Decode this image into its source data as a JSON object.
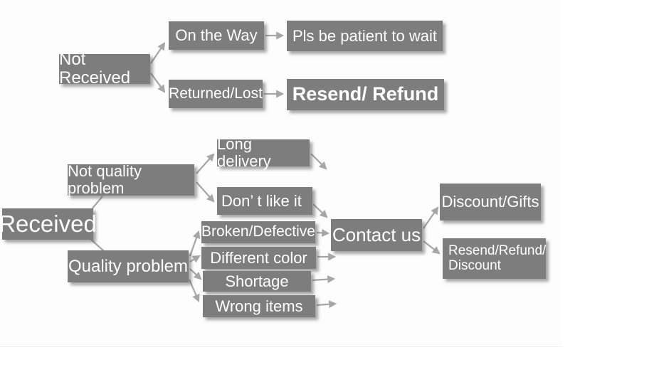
{
  "diagram": {
    "type": "flowchart",
    "description": "Customer service decision flow for order issues",
    "colors": {
      "box": "#7d7d7d",
      "text": "#ffffff",
      "connector": "#a6a6a6",
      "canvas": "#fdfdfd"
    },
    "nodes": {
      "not_received": {
        "label": "Not Received"
      },
      "on_the_way": {
        "label": "On the Way"
      },
      "pls_wait": {
        "label": "Pls be patient to wait"
      },
      "returned_lost": {
        "label": "Returned/Lost"
      },
      "resend_refund": {
        "label": "Resend/ Refund"
      },
      "received": {
        "label": "Received"
      },
      "not_quality": {
        "label": "Not quality problem"
      },
      "long_delivery": {
        "label": "Long delivery"
      },
      "dont_like": {
        "label": "Don’ t like it"
      },
      "quality": {
        "label": "Quality problem"
      },
      "broken": {
        "label": "Broken/Defective"
      },
      "diff_color": {
        "label": "Different color"
      },
      "shortage": {
        "label": "Shortage"
      },
      "wrong_items": {
        "label": "Wrong items"
      },
      "contact_us": {
        "label": "Contact us"
      },
      "discount_gifts": {
        "label": "Discount/Gifts"
      },
      "resend_refund_discount": {
        "label": "Resend/Refund/\nDiscount"
      }
    },
    "edges": [
      {
        "from": "not_received",
        "to": "on_the_way",
        "arrow": true
      },
      {
        "from": "not_received",
        "to": "returned_lost",
        "arrow": true
      },
      {
        "from": "on_the_way",
        "to": "pls_wait",
        "arrow": true
      },
      {
        "from": "returned_lost",
        "to": "resend_refund",
        "arrow": true
      },
      {
        "from": "received",
        "to": "not_quality",
        "arrow": false
      },
      {
        "from": "received",
        "to": "quality",
        "arrow": false
      },
      {
        "from": "not_quality",
        "to": "long_delivery",
        "arrow": true
      },
      {
        "from": "not_quality",
        "to": "dont_like",
        "arrow": true
      },
      {
        "from": "long_delivery",
        "to": "contact_us",
        "arrow": true
      },
      {
        "from": "dont_like",
        "to": "contact_us",
        "arrow": true
      },
      {
        "from": "quality",
        "to": "broken",
        "arrow": true
      },
      {
        "from": "quality",
        "to": "diff_color",
        "arrow": true
      },
      {
        "from": "quality",
        "to": "shortage",
        "arrow": true
      },
      {
        "from": "quality",
        "to": "wrong_items",
        "arrow": true
      },
      {
        "from": "broken",
        "to": "contact_us",
        "arrow": true
      },
      {
        "from": "diff_color",
        "to": "contact_us",
        "arrow": true
      },
      {
        "from": "shortage",
        "to": "contact_us",
        "arrow": true
      },
      {
        "from": "wrong_items",
        "to": "contact_us",
        "arrow": true
      },
      {
        "from": "contact_us",
        "to": "discount_gifts",
        "arrow": true
      },
      {
        "from": "contact_us",
        "to": "resend_refund_discount",
        "arrow": true
      }
    ]
  }
}
